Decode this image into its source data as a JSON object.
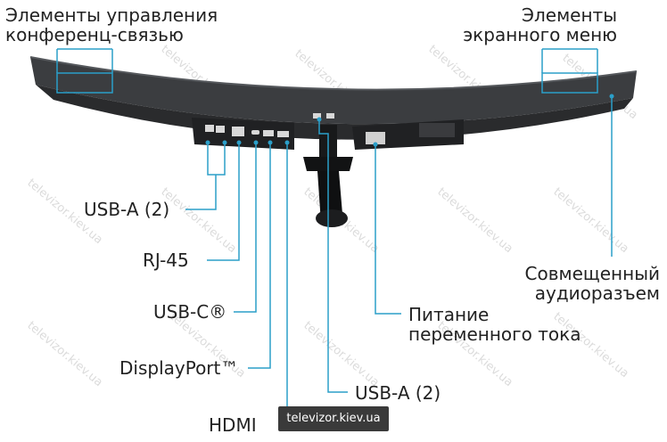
{
  "labels": {
    "conference_controls": [
      "Элементы управления",
      "конференц-связью"
    ],
    "osd_controls": [
      "Элементы",
      "экранного меню"
    ],
    "usb_a_left": "USB-A (2)",
    "rj45": "RJ-45",
    "usb_c": "USB-C®",
    "displayport": "DisplayPort™",
    "hdmi": "HDMI",
    "audio_jack": [
      "Совмещенный",
      "аудиоразъем"
    ],
    "ac_power": [
      "Питание",
      "переменного тока"
    ],
    "usb_a_right": "USB-A (2)"
  },
  "watermark": {
    "text": "televizor.kiev.ua"
  },
  "colors": {
    "callout": "#2b9fc9",
    "monitor_body": "#3b3d40",
    "monitor_dark": "#1e1f21",
    "text": "#222222"
  }
}
